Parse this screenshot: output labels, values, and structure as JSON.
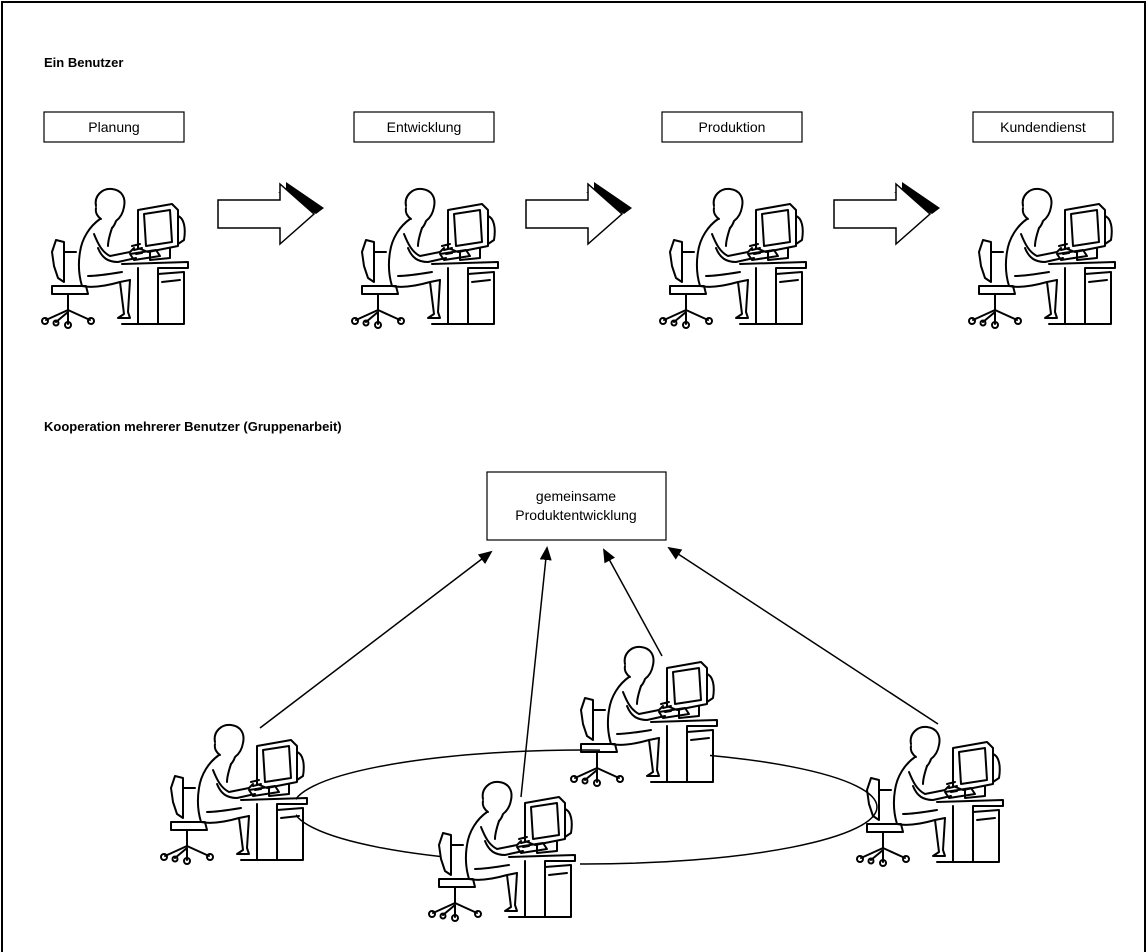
{
  "section_single": {
    "heading": "Ein Benutzer",
    "stages": [
      "Planung",
      "Entwicklung",
      "Produktion",
      "Kundendienst"
    ]
  },
  "section_group": {
    "heading": "Kooperation mehrerer Benutzer (Gruppenarbeit)",
    "target_line1": "gemeinsame",
    "target_line2": "Produktentwicklung"
  },
  "colors": {
    "stroke": "#000000",
    "background": "#ffffff"
  },
  "icons": [
    "workstation-user-icon",
    "block-arrow-icon"
  ]
}
